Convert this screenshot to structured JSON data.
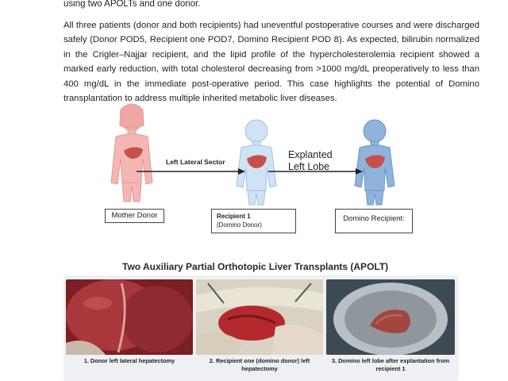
{
  "text": {
    "top_line": "using two APOLTs and one donor.",
    "paragraph": "All three patients (donor and both recipients) had uneventful postoperative courses and were discharged safely (Donor POD5, Recipient one POD7, Domino Recipient POD 8). As expected, bilirubin normalized in the Crigler–Najjar recipient, and the lipid profile of the hypercholesterolemia recipient showed a marked early reduction, with total cholesterol decreasing from >1000 mg/dL preoperatively to less than 400 mg/dL in the immediate post-operative period. This case highlights the potential of Domino transplantation to address multiple inherited metabolic liver diseases."
  },
  "diagram": {
    "arrow_label": "Left Lateral Sector",
    "explanted_line1": "Explanted",
    "explanted_line2": "Left Lobe",
    "mother_label": "Mother Donor",
    "recipient1_title": "Recipient 1",
    "recipient1_note": "(Domino Donor)",
    "domino_label": "Domino Recipient:",
    "caption": "Two Auxiliary Partial Orthotopic Liver Transplants (APOLT)"
  },
  "photos": {
    "caption1": "1. Donor left lateral hepatectomy",
    "caption2": "2. Recipient one (domino donor) left hepatectomy",
    "caption3": "3. Domino left lobe after explantation from recipient 1"
  },
  "colors": {
    "mother_body": "#f4b7b4",
    "recipient_body": "#cfe3f4",
    "domino_body": "#8fb3db",
    "liver": "#c8504a"
  }
}
